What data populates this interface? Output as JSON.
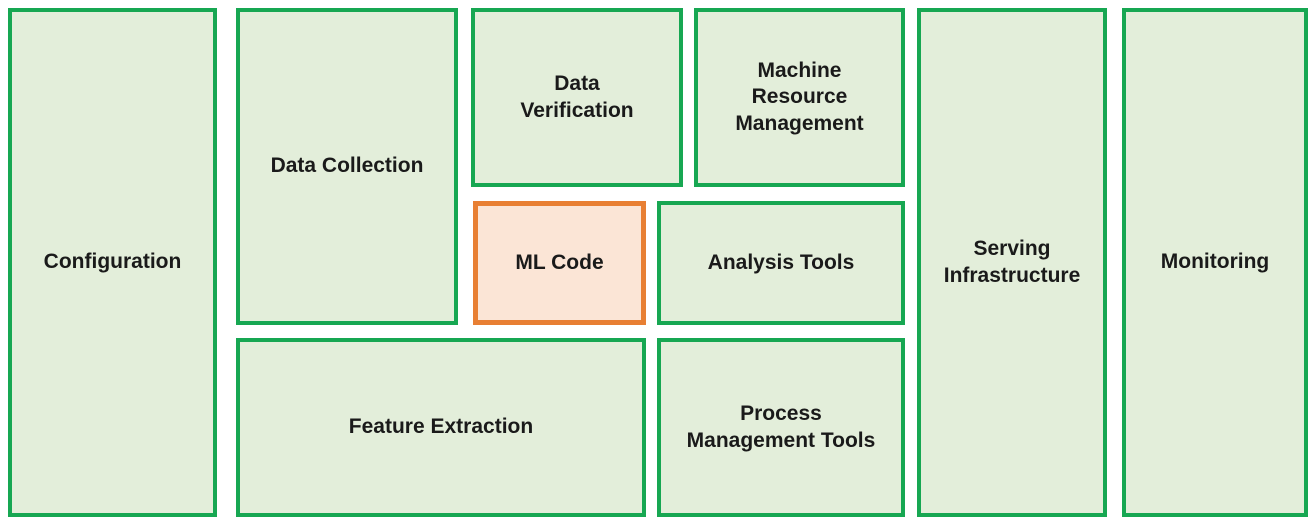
{
  "diagram": {
    "description": "Block diagram of an ML system: a small ML Code box surrounded by large supporting infrastructure boxes",
    "colors": {
      "background": "#ffffff",
      "green_border": "#17a752",
      "green_fill": "#e3eeda",
      "orange_border": "#e87f33",
      "orange_fill": "#fbe5d6",
      "text": "#1a1a1a"
    },
    "boxes": [
      {
        "id": "configuration",
        "label": "Configuration",
        "color": "green"
      },
      {
        "id": "data-collection",
        "label": "Data Collection",
        "color": "green"
      },
      {
        "id": "data-verification",
        "label": "Data Verification",
        "color": "green"
      },
      {
        "id": "machine-resource-management",
        "label": "Machine Resource Management",
        "color": "green"
      },
      {
        "id": "ml-code",
        "label": "ML Code",
        "color": "orange"
      },
      {
        "id": "analysis-tools",
        "label": "Analysis Tools",
        "color": "green"
      },
      {
        "id": "feature-extraction",
        "label": "Feature Extraction",
        "color": "green"
      },
      {
        "id": "process-management-tools",
        "label": "Process Management Tools",
        "color": "green"
      },
      {
        "id": "serving-infrastructure",
        "label": "Serving Infrastructure",
        "color": "green"
      },
      {
        "id": "monitoring",
        "label": "Monitoring",
        "color": "green"
      }
    ]
  }
}
